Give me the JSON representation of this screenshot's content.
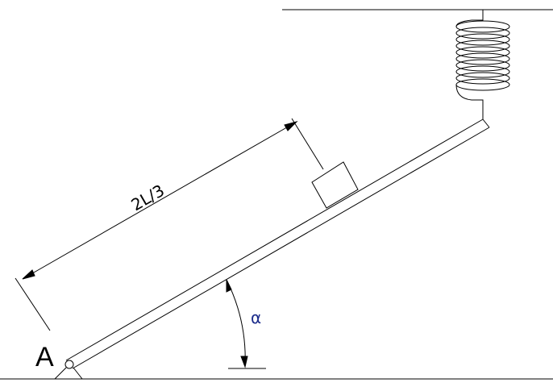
{
  "labels": {
    "pivot": "A",
    "distance": "2L/3",
    "angle": "α"
  },
  "colors": {
    "ink": "#000000",
    "angle_label": "#1a2a8a"
  }
}
